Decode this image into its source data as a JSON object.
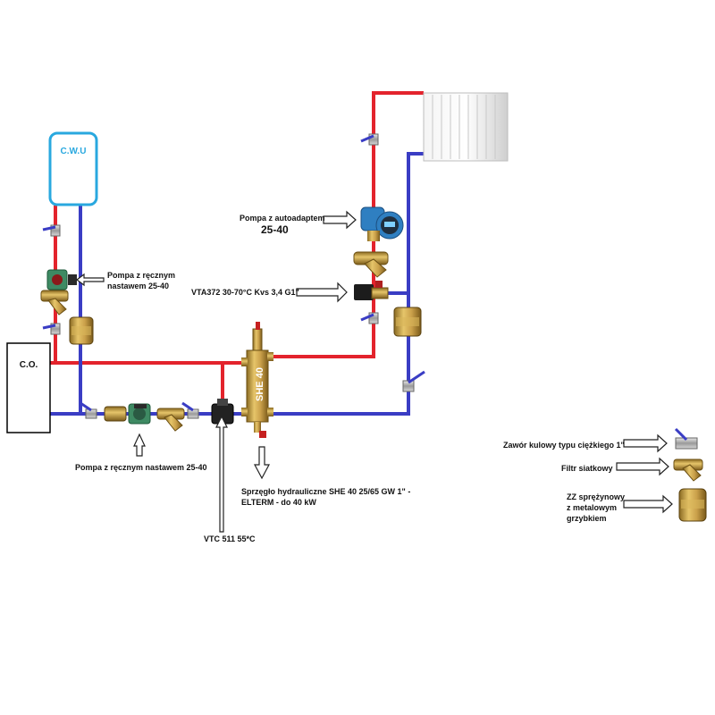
{
  "colors": {
    "supply": "#e3232c",
    "return": "#3a3dc4",
    "cwu_border": "#29a8df",
    "brass": "#c9a046",
    "pump_blue": "#2f7fc1",
    "pump_green": "#3e8a63"
  },
  "tanks": {
    "cwu": "C.W.U",
    "co": "C.O."
  },
  "coupler": {
    "body_text": "SHE 40"
  },
  "labels": {
    "pump_manual_top_line1": "Pompa z ręcznym",
    "pump_manual_top_line2": "nastawem 25-40",
    "pump_auto_line1": "Pompa z autoadaptem",
    "pump_auto_line2": "25-40",
    "vta": "VTA372 30-70°C Kvs 3,4 G1\"",
    "pump_manual_bottom": "Pompa z ręcznym nastawem 25-40",
    "coupler_line1": "Sprzęgło hydrauliczne SHE 40 25/65 GW 1\" -",
    "coupler_line2": "ELTERM - do 40 kW",
    "vtc": "VTC 511 55*C"
  },
  "legend": {
    "ball_valve": "Zawór kulowy typu ciężkiego 1\"",
    "filter": "Filtr siatkowy",
    "check_line1": "ZZ sprężynowy",
    "check_line2": "z metalowym",
    "check_line3": "grzybkiem"
  },
  "icons": [
    "ball-valve-icon",
    "strainer-icon",
    "check-valve-icon",
    "circulation-pump-icon",
    "radiator-icon",
    "thermostatic-valve-icon",
    "hollow-arrow-icon"
  ]
}
